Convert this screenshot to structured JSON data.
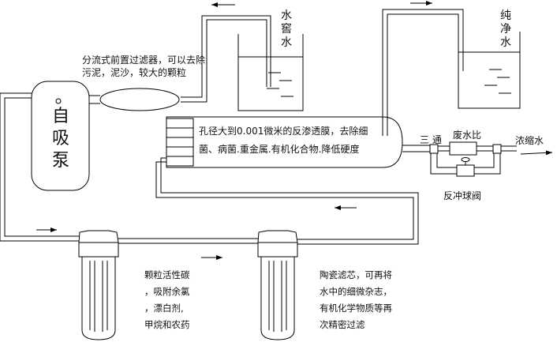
{
  "labels": {
    "water_tank": "水窖水",
    "pure_water": "纯净水",
    "pump": "自吸泵",
    "prefilter_line1": "分流式前置过滤器，可以去除",
    "prefilter_line2": "污泥，泥沙，较大的颗粒",
    "ro_line1": "孔径大到0.001微米的反渗透膜，去除细",
    "ro_line2": "菌、病菌.重金属.有机化合物.降低硬度",
    "tee": "三 通",
    "waste_ratio": "废水比",
    "concentrate": "浓缩水",
    "backflush_valve": "反冲球阀",
    "carbon_line1": "颗粒活性碳",
    "carbon_line2": "，吸附余氯",
    "carbon_line3": "，漂白剂,",
    "carbon_line4": "甲烷和农药",
    "ceramic_line1": "陶瓷滤芯，可再将",
    "ceramic_line2": "水中的细微杂志，",
    "ceramic_line3": "有机化学物质等再",
    "ceramic_line4": "次精密过滤"
  }
}
